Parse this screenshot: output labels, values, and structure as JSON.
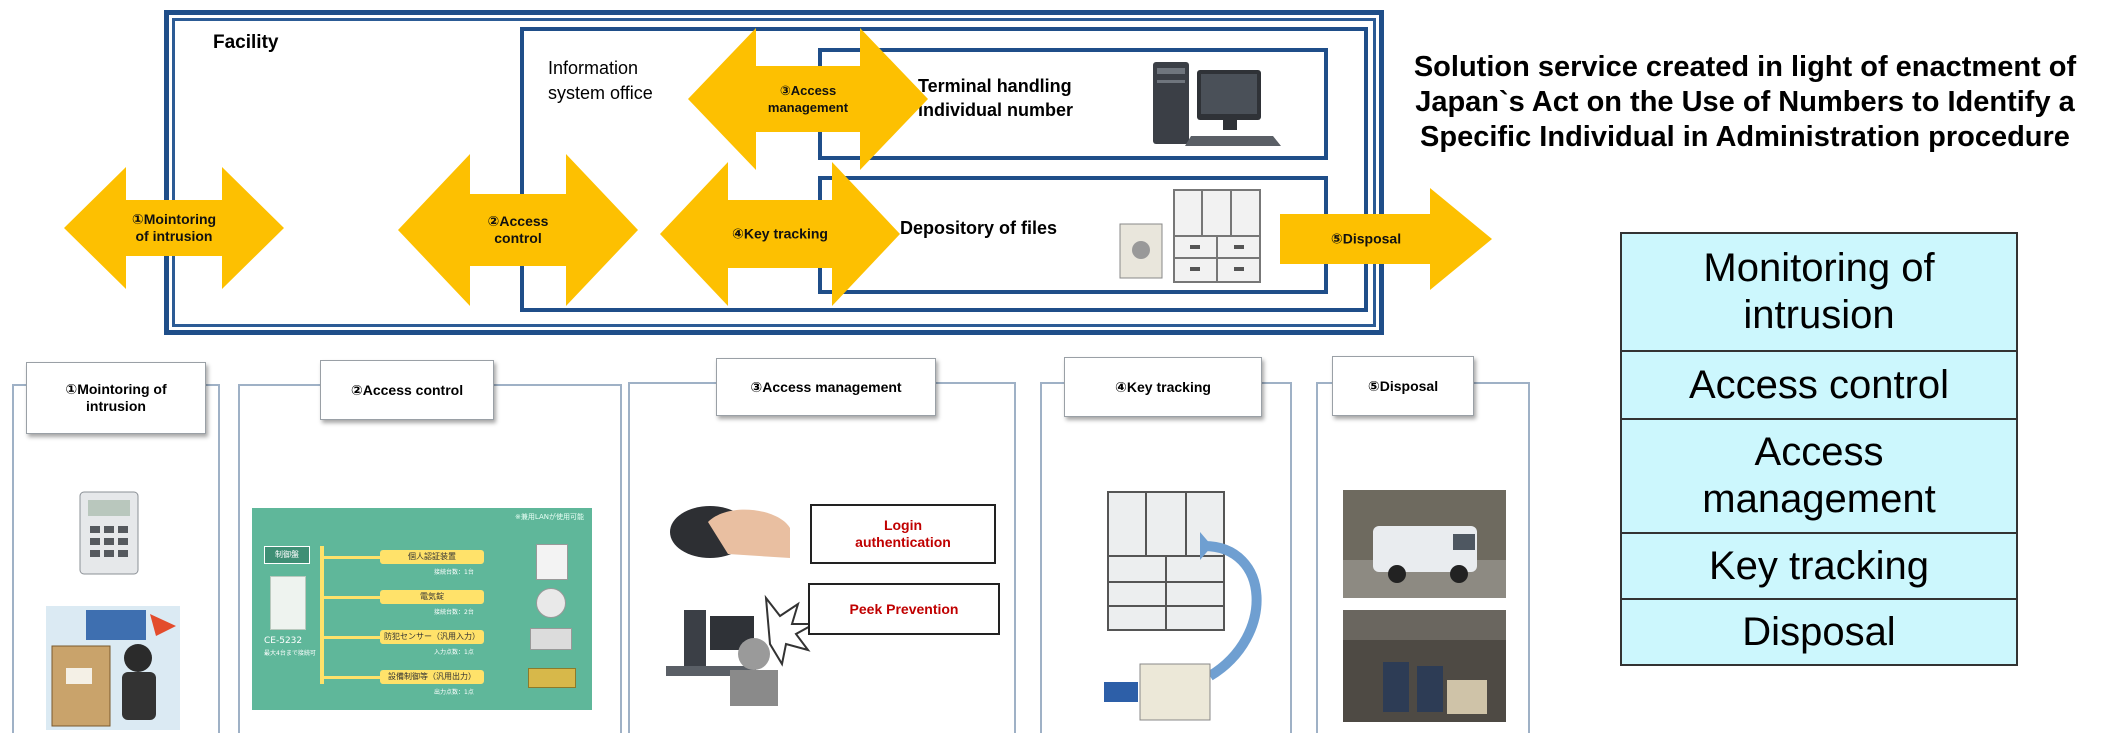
{
  "diagram": {
    "facility_label": "Facility",
    "info_office_label": "Information system office",
    "terminal_label": "Terminal handling individual number",
    "depository_label": "Depository of files",
    "arrows": {
      "intrusion": "①Mointoring of intrusion",
      "access_control": "②Access control",
      "access_management": "③Access management",
      "key_tracking": "④Key tracking",
      "disposal": "⑤Disposal"
    },
    "arrow_color": "#fdc001",
    "frame_color": "#1f4e89"
  },
  "panels": {
    "intrusion": {
      "title": "①Mointoring of intrusion"
    },
    "access_control": {
      "title": "②Access control",
      "board_header": "※兼用LANが使用可能",
      "controller_label": "制御盤",
      "model_label": "CE-5232",
      "model_sub": "最大4台まで接続可",
      "rows": [
        {
          "label": "個人認証装置",
          "sub": "接続台数：1台"
        },
        {
          "label": "電気錠",
          "sub": "接続台数：2台"
        },
        {
          "label": "防犯センサー（汎用入力）",
          "sub": "入力点数：1点"
        },
        {
          "label": "設備制御等（汎用出力）",
          "sub": "出力点数：1点"
        }
      ]
    },
    "access_management": {
      "title": "③Access management",
      "login_box": "Login authentication",
      "peek_box": "Peek Prevention"
    },
    "key_tracking": {
      "title": "④Key tracking"
    },
    "disposal": {
      "title": "⑤Disposal"
    }
  },
  "headline": "Solution service created in light of enactment of Japan`s Act on the Use of Numbers to Identify a Specific Individual in Administration procedure",
  "legend": {
    "items": [
      "Monitoring of intrusion",
      "Access control",
      "Access management",
      "Key tracking",
      "Disposal"
    ],
    "background": "#ccf7fd"
  }
}
